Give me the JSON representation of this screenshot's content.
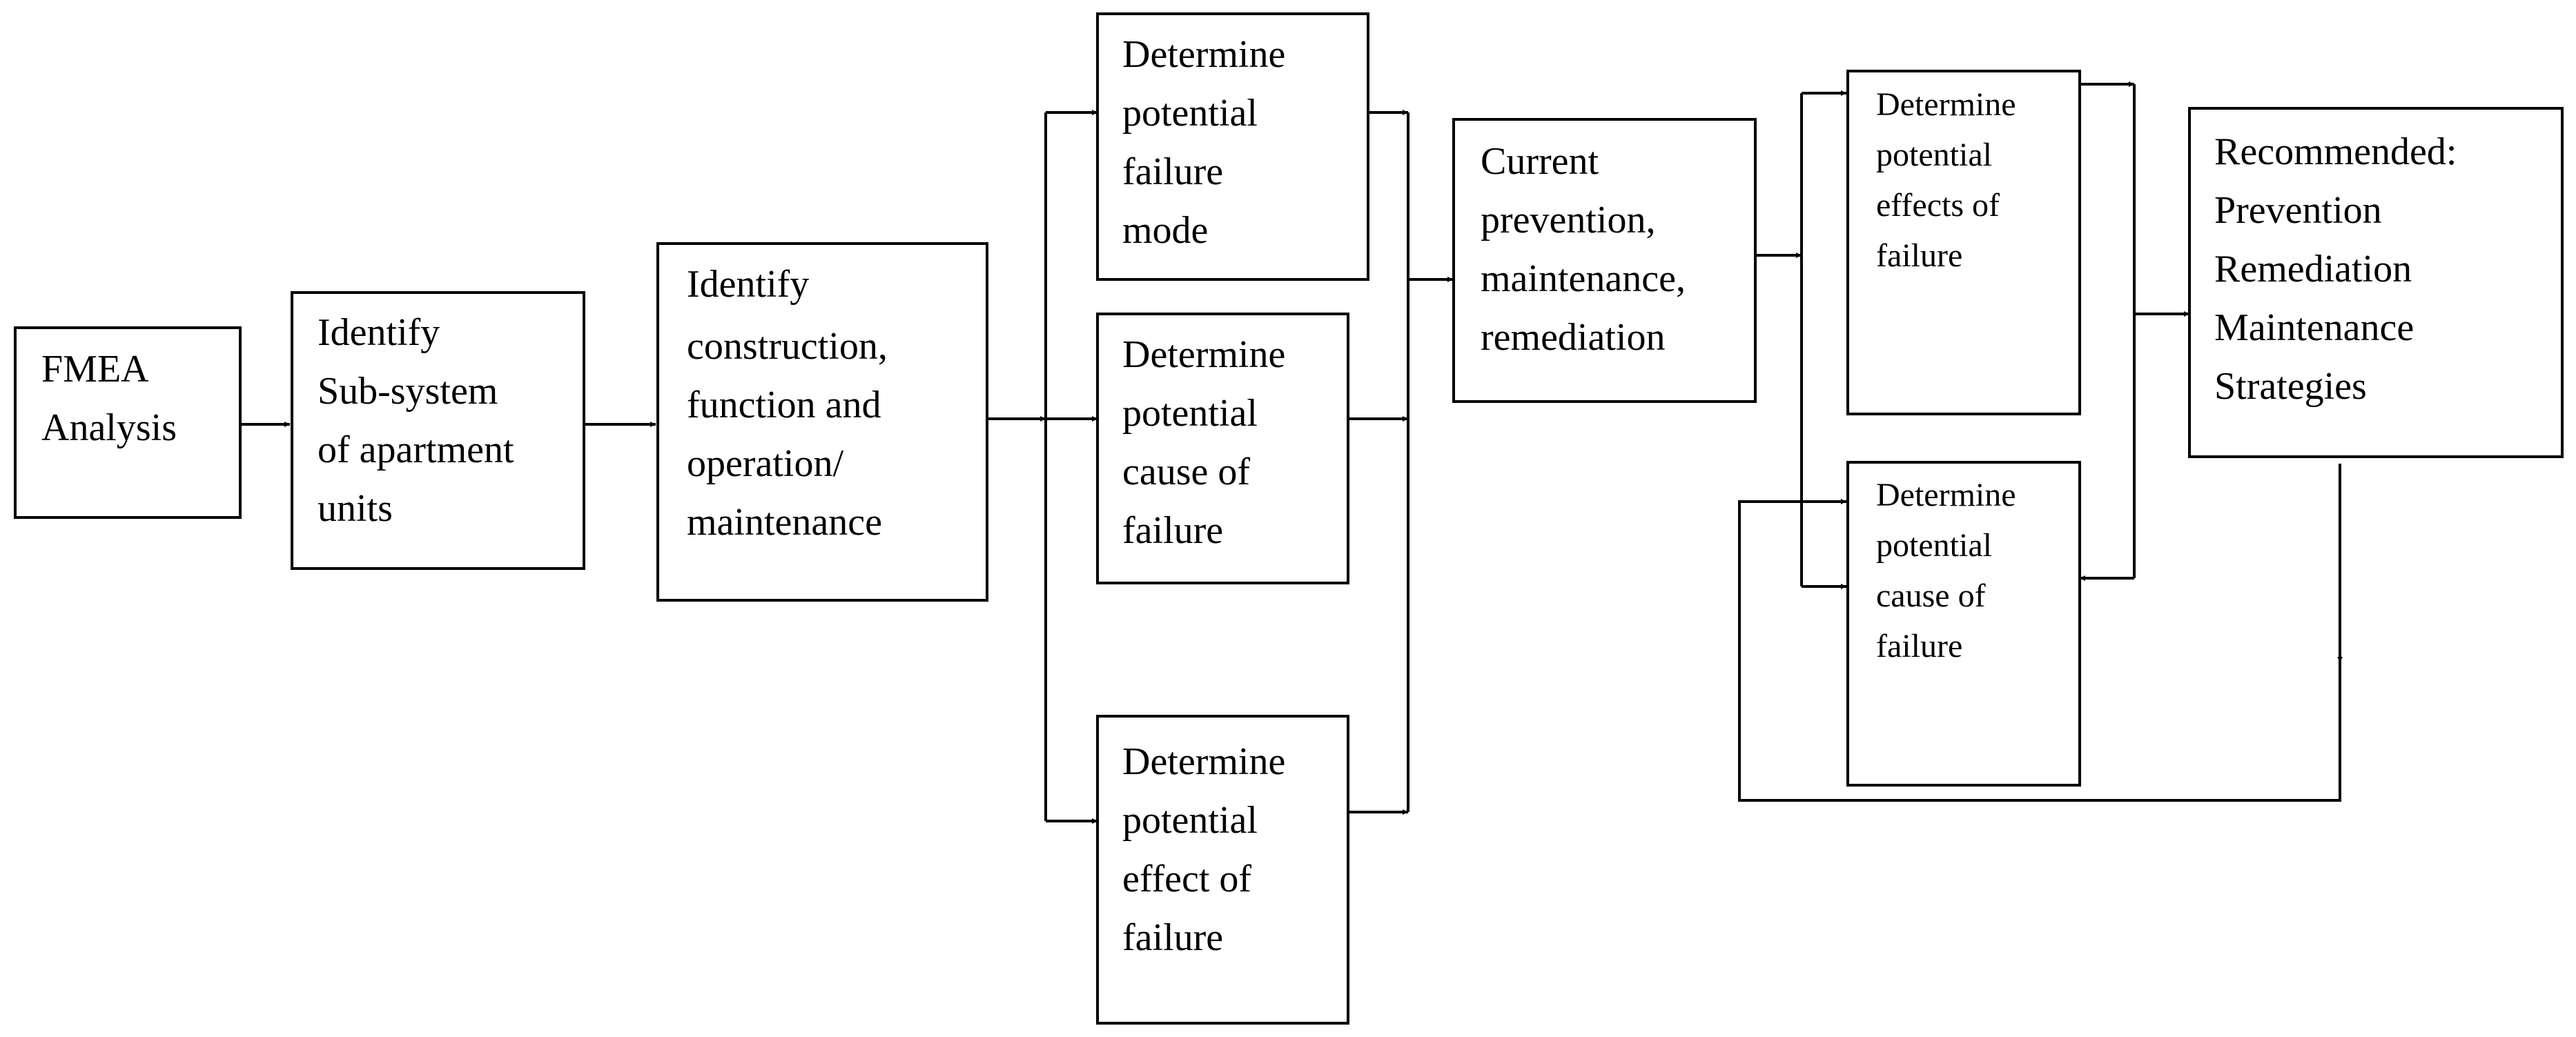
{
  "nodes": {
    "fmea": {
      "lines": [
        "FMEA",
        "Analysis"
      ]
    },
    "subsystem": {
      "lines": [
        "Identify",
        "Sub-system",
        "of apartment",
        "units"
      ]
    },
    "construction": {
      "lines": [
        "Identify",
        "construction,",
        "function and",
        "operation/",
        "maintenance"
      ]
    },
    "failure_mode": {
      "lines": [
        "Determine",
        "potential",
        "failure",
        "mode"
      ]
    },
    "cause_a": {
      "lines": [
        "Determine",
        "potential",
        "cause of",
        "failure"
      ]
    },
    "effect_a": {
      "lines": [
        "Determine",
        "potential",
        "effect of",
        "failure"
      ]
    },
    "current": {
      "lines": [
        "Current",
        "prevention,",
        "maintenance,",
        "remediation"
      ]
    },
    "effects_b": {
      "lines": [
        "Determine",
        "potential",
        "effects of",
        "failure"
      ]
    },
    "cause_b": {
      "lines": [
        "Determine",
        "potential",
        "cause of",
        "failure"
      ]
    },
    "recommended": {
      "lines": [
        "Recommended:",
        "Prevention",
        "Remediation",
        "Maintenance",
        "Strategies"
      ]
    }
  }
}
